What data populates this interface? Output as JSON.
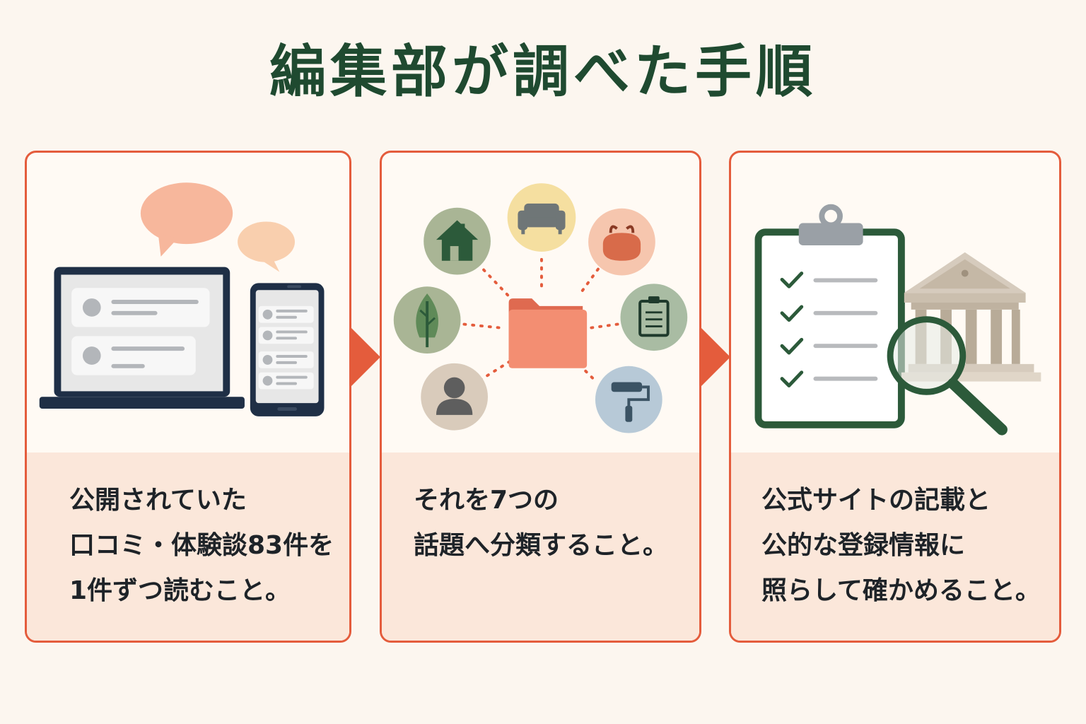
{
  "title": "編集部が調べた手順",
  "colors": {
    "background": "#fcf6ef",
    "title": "#1f4a30",
    "card_border": "#e45c3c",
    "card_text_bg": "#fbe7da",
    "arrow": "#e45c3c",
    "text": "#1e2328"
  },
  "steps": [
    {
      "lines": [
        "公開されていた",
        "口コミ・体験談83件を",
        "1件ずつ読むこと。"
      ],
      "icons": [
        "speech-bubble-icon",
        "laptop-icon",
        "smartphone-icon"
      ]
    },
    {
      "lines": [
        "それを7つの",
        "話題へ分類すること。"
      ],
      "icons": [
        "folder-icon",
        "house-icon",
        "sofa-icon",
        "coin-purse-icon",
        "tree-icon",
        "clipboard-icon",
        "person-icon",
        "paint-roller-icon"
      ]
    },
    {
      "lines": [
        "公式サイトの記載と",
        "公的な登録情報に",
        "照らして確かめること。"
      ],
      "icons": [
        "checklist-clipboard-icon",
        "government-building-icon",
        "magnifier-icon"
      ]
    }
  ]
}
